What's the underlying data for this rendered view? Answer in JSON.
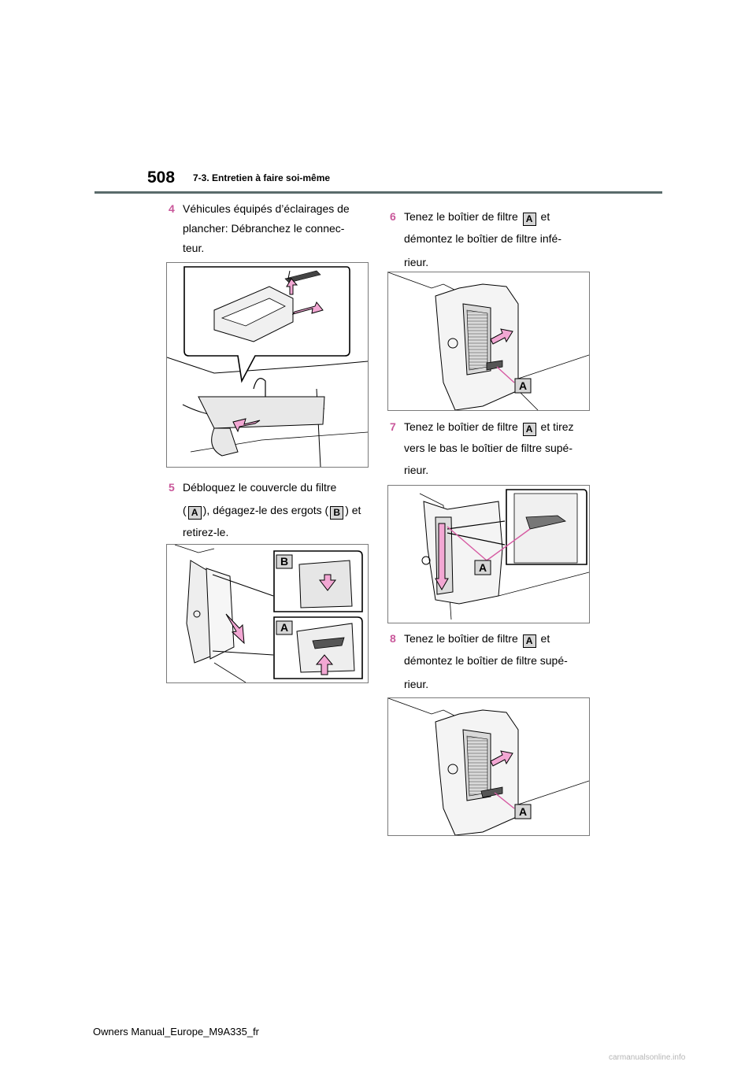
{
  "header": {
    "page_number": "508",
    "section": "7-3. Entretien à faire soi-même"
  },
  "steps": {
    "s4": {
      "num": "4",
      "l1": "Véhicules équipés d’éclairages de",
      "l2": "plancher: Débranchez le connec-",
      "l3": "teur."
    },
    "s5": {
      "num": "5",
      "l1": "Débloquez le couvercle du filtre",
      "l2a": "(",
      "l2b": "), dégagez-le des ergots (",
      "l2c": ") et",
      "l3": "retirez-le."
    },
    "s6": {
      "num": "6",
      "l1": "Tenez le boîtier de filtre",
      "l1b": "et",
      "l2": "démontez le boîtier de filtre infé-",
      "l3": "rieur."
    },
    "s7": {
      "num": "7",
      "l1": "Tenez le boîtier de filtre",
      "l1b": "et tirez",
      "l2": "vers le bas le boîtier de filtre supé-",
      "l3": "rieur."
    },
    "s8": {
      "num": "8",
      "l1": "Tenez le boîtier de filtre",
      "l1b": "et",
      "l2": "démontez le boîtier de filtre supé-",
      "l3": "rieur."
    }
  },
  "labels": {
    "a": "A",
    "b": "B"
  },
  "footer": {
    "text": "Owners Manual_Europe_M9A335_fr"
  },
  "watermark": {
    "text": "carmanualsonline.info"
  },
  "colors": {
    "accent": "#c9579a",
    "rule": "#5a6b6b",
    "arrow_fill": "#f2a7d3"
  }
}
